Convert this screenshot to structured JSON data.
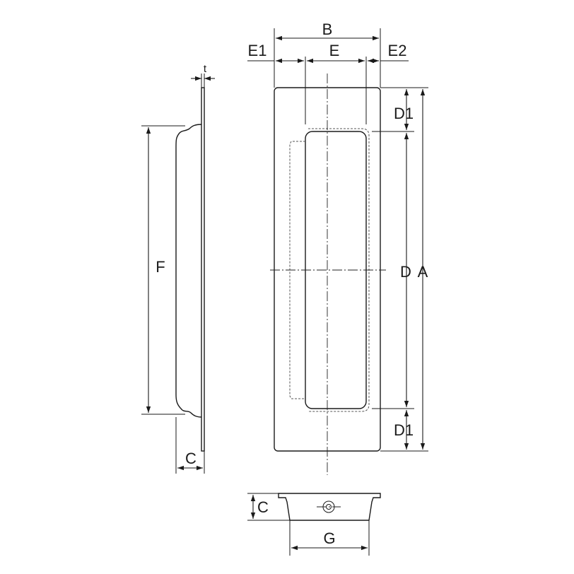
{
  "labels": {
    "b": "B",
    "e1": "E1",
    "e": "E",
    "e2": "E2",
    "t": "t",
    "d1_top": "D1",
    "d": "D",
    "a": "A",
    "d1_bottom": "D1",
    "f": "F",
    "c_side": "C",
    "c_bottom": "C",
    "g": "G"
  }
}
